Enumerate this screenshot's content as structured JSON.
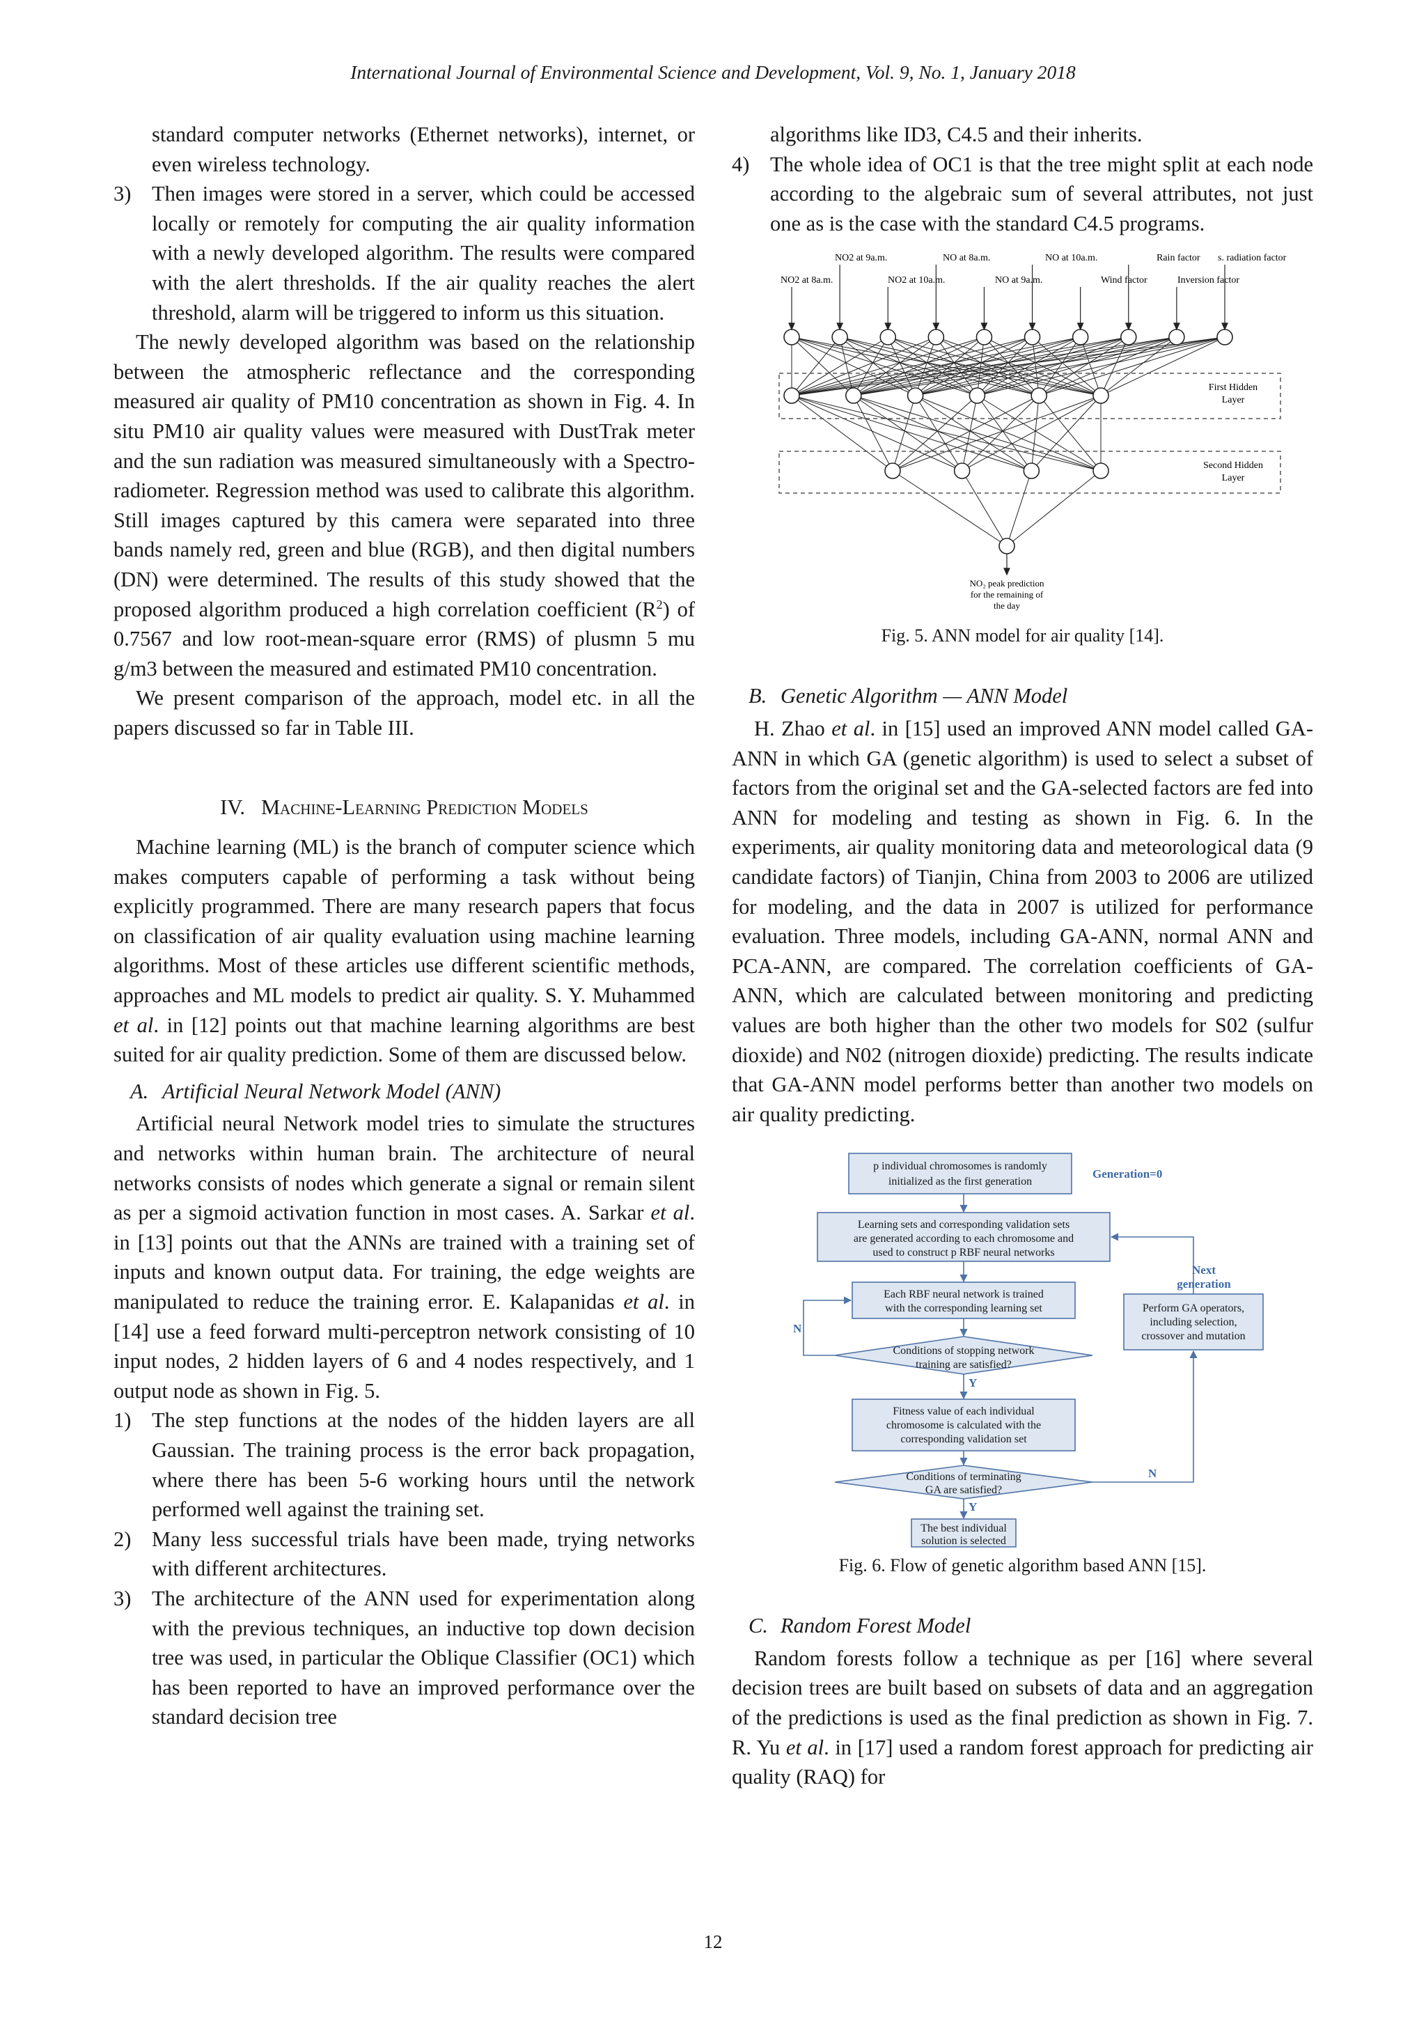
{
  "header": "International Journal of Environmental Science and Development, Vol. 9, No. 1, January 2018",
  "page_number": "12",
  "left": {
    "cont_text": "standard computer networks (Ethernet networks), internet, or even wireless technology.",
    "item3_num": "3)",
    "item3_text": "Then images were stored in a server, which could be accessed locally or remotely for computing the air quality information with a newly developed algorithm. The results were compared with the alert thresholds. If the air quality reaches the alert threshold, alarm will be triggered to inform us this situation.",
    "para1_a": "The newly developed algorithm was based on the relationship between the atmospheric reflectance and the corresponding measured air quality of PM10 concentration as shown in Fig. 4. In situ PM10 air quality values were measured with DustTrak meter and the sun radiation was measured simultaneously with a Spectro-radiometer. Regression method was used to calibrate this algorithm. Still images captured by this camera were separated into three bands namely red, green and blue (RGB), and then digital numbers (DN) were determined. The results of this study showed that the proposed algorithm produced a high correlation coefficient (R",
    "para1_sup": "2",
    "para1_b": ") of 0.7567 and low root-mean-square error (RMS) of plusmn 5 mu g/m3 between the measured and estimated PM10 concentration.",
    "para2": "We present comparison of the approach, model etc. in all the papers discussed so far in Table III.",
    "sec4_num": "IV.",
    "sec4_title": "Machine-Learning Prediction Models",
    "para3_a": "Machine learning (ML) is the branch of computer science which makes computers capable of performing a task without being explicitly programmed. There are many research papers that focus on classification of air quality evaluation using machine learning algorithms. Most of these articles use different scientific methods, approaches and ML models to predict air quality. S. Y. Muhammed ",
    "para3_etal": "et al",
    "para3_b": ". in [12] points out that machine learning algorithms are best suited for air quality prediction. Some of them are discussed below.",
    "subA_letter": "A.",
    "subA_title": "Artificial Neural Network Model (ANN)",
    "para4_a": "Artificial neural Network model tries to simulate the structures and networks within human brain. The architecture of neural networks consists of nodes which generate a signal or remain silent as per a sigmoid activation function in most cases. A. Sarkar ",
    "para4_etal1": "et al",
    "para4_b": ". in [13] points out that the ANNs are trained with a training set of inputs and known output data. For training, the edge weights are manipulated to reduce the training error. E. Kalapanidas ",
    "para4_etal2": "et al",
    "para4_c": ". in [14] use a feed forward multi-perceptron network consisting of 10 input nodes, 2 hidden layers of 6 and 4 nodes respectively, and 1 output node as shown in Fig. 5.",
    "items": [
      {
        "num": "1)",
        "text": "The step functions at the nodes of the hidden layers are all Gaussian. The training process is the error back propagation, where there has been 5-6 working hours until the network performed well against the training set."
      },
      {
        "num": "2)",
        "text": "Many less successful trials have been made, trying networks with different architectures."
      },
      {
        "num": "3)",
        "text": "The architecture of the ANN used for experimentation along with the previous techniques, an inductive top down decision tree was used, in particular the Oblique Classifier (OC1) which has been reported to have an improved performance over the standard decision tree"
      }
    ]
  },
  "right": {
    "cont_text": "algorithms like ID3, C4.5 and their inherits.",
    "item4_num": "4)",
    "item4_text": "The whole idea of OC1 is that the tree might split at each node according to the algebraic sum of several attributes, not just one as is the case with the standard C4.5 programs.",
    "fig5": {
      "inputs_top": [
        "NO2 at 9a.m.",
        "NO at 8a.m.",
        "NO at 10a.m.",
        "Rain factor",
        "s. radiation factor"
      ],
      "inputs_bottom": [
        "NO2 at 8a.m.",
        "NO2 at 10a.m.",
        "NO at 9a.m.",
        "Wind factor",
        "Inversion factor"
      ],
      "hidden1_label_1": "First Hidden",
      "hidden1_label_2": "Layer",
      "hidden2_label_1": "Second Hidden",
      "hidden2_label_2": "Layer",
      "output_label_1": "NO₂ peak prediction",
      "output_label_2": "for the remaining of",
      "output_label_3": "the day",
      "caption": "Fig. 5. ANN model for air quality [14]."
    },
    "subB_letter": "B.",
    "subB_title": "Genetic Algorithm — ANN Model",
    "para5_a": "H. Zhao ",
    "para5_etal": "et al",
    "para5_b": ". in [15] used an improved ANN model called GA-ANN in which GA (genetic algorithm) is used to select a subset of factors from the original set and the GA-selected factors are fed into ANN for modeling and testing as shown in Fig. 6. In the experiments, air quality monitoring data and meteorological data (9 candidate factors) of Tianjin, China from 2003 to 2006 are utilized for modeling, and the data in 2007 is utilized for performance evaluation. Three models, including GA-ANN, normal ANN and PCA-ANN, are compared. The correlation coefficients of GA-ANN, which are calculated between monitoring and predicting values are both higher than the other two models for S02 (sulfur dioxide) and N02 (nitrogen dioxide) predicting. The results indicate that GA-ANN model performs better than another two models on air quality predicting.",
    "fig6": {
      "box1_1": "p individual chromosomes is randomly",
      "box1_2": "initialized as the first generation",
      "generation": "Generation=0",
      "box2_1": "Learning sets and corresponding validation sets",
      "box2_2": "are generated according to each chromosome and",
      "box2_3": "used to construct p RBF neural networks",
      "box3_1": "Each RBF neural network is trained",
      "box3_2": "with the corresponding learning set",
      "next_1": "Next",
      "next_2": "generation",
      "ga_1": "Perform GA operators,",
      "ga_2": "including selection,",
      "ga_3": "crossover and mutation",
      "n1": "N",
      "dec1_1": "Conditions of stopping network",
      "dec1_2": "training are satisfied?",
      "y1": "Y",
      "box4_1": "Fitness value of each individual",
      "box4_2": "chromosome is calculated with the",
      "box4_3": "corresponding validation set",
      "dec2_1": "Conditions of terminating",
      "dec2_2": "GA are satisfied?",
      "n2": "N",
      "y2": "Y",
      "box5_1": "The best individual",
      "box5_2": "solution is selected",
      "caption": "Fig. 6. Flow of genetic algorithm based ANN [15]."
    },
    "subC_letter": "C.",
    "subC_title": "Random Forest Model",
    "para6_a": "Random forests follow a technique as per [16] where several decision trees are built based on subsets of data and an aggregation of the predictions is used as the final prediction as shown in Fig. 7. R. Yu ",
    "para6_etal": "et al",
    "para6_b": ". in [17] used a random forest approach for predicting air quality (RAQ) for"
  },
  "colors": {
    "text": "#1a1a1a",
    "flow_box_fill": "#dde6f1",
    "flow_box_stroke": "#4f73a6",
    "generation_text": "#3d6aa8",
    "dashed": "#555555"
  }
}
